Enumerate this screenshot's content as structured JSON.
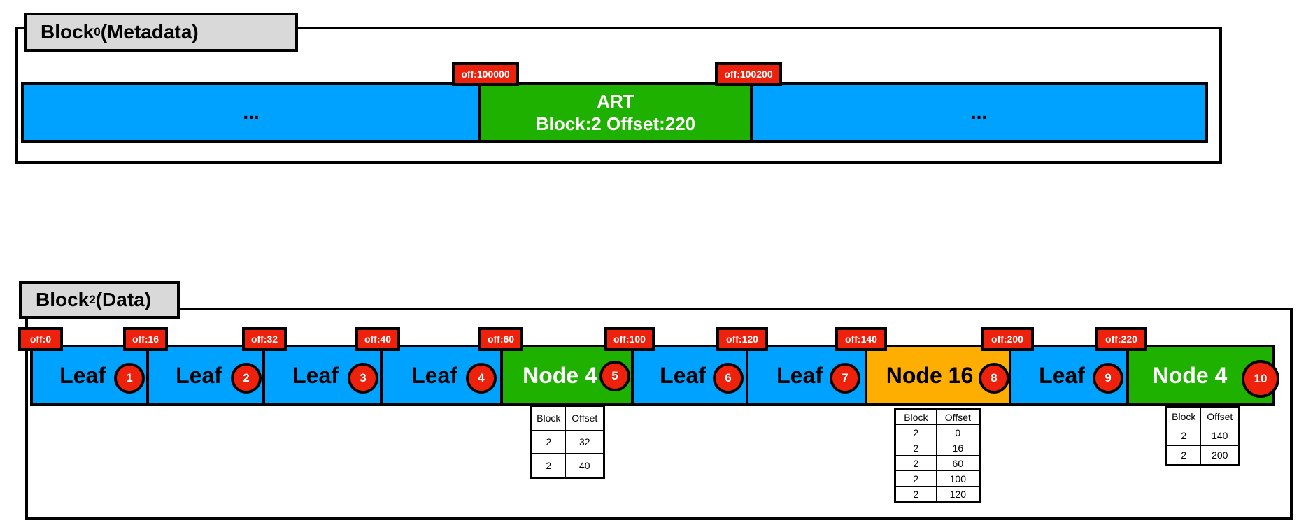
{
  "meta_block": {
    "tab": {
      "prefix": "Block",
      "sub": "0",
      "suffix": " (Metadata)"
    },
    "offsets": [
      "off:100000",
      "off:100200"
    ],
    "segments": [
      {
        "type": "other",
        "label": "..."
      },
      {
        "type": "art",
        "label_line1": "ART",
        "label_line2": "Block:2 Offset:220"
      },
      {
        "type": "other",
        "label": "..."
      }
    ]
  },
  "data_block": {
    "tab": {
      "prefix": "Block",
      "sub": "2",
      "suffix": " (Data)"
    },
    "offsets": [
      "off:0",
      "off:16",
      "off:32",
      "off:40",
      "off:60",
      "off:100",
      "off:120",
      "off:140",
      "off:200",
      "off:220"
    ],
    "nodes": [
      {
        "label": "Leaf",
        "num": "1",
        "kind": "leaf"
      },
      {
        "label": "Leaf",
        "num": "2",
        "kind": "leaf"
      },
      {
        "label": "Leaf",
        "num": "3",
        "kind": "leaf"
      },
      {
        "label": "Leaf",
        "num": "4",
        "kind": "leaf"
      },
      {
        "label": "Node 4",
        "num": "5",
        "kind": "node4"
      },
      {
        "label": "Leaf",
        "num": "6",
        "kind": "leaf"
      },
      {
        "label": "Leaf",
        "num": "7",
        "kind": "leaf"
      },
      {
        "label": "Node 16",
        "num": "8",
        "kind": "node16"
      },
      {
        "label": "Leaf",
        "num": "9",
        "kind": "leaf"
      },
      {
        "label": "Node 4",
        "num": "10",
        "kind": "node4"
      }
    ],
    "tables": [
      {
        "headers": [
          "Block",
          "Offset"
        ],
        "rows": [
          [
            "2",
            "32"
          ],
          [
            "2",
            "40"
          ]
        ]
      },
      {
        "headers": [
          "Block",
          "Offset"
        ],
        "rows": [
          [
            "2",
            "0"
          ],
          [
            "2",
            "16"
          ],
          [
            "2",
            "60"
          ],
          [
            "2",
            "100"
          ],
          [
            "2",
            "120"
          ]
        ]
      },
      {
        "headers": [
          "Block",
          "Offset"
        ],
        "rows": [
          [
            "2",
            "140"
          ],
          [
            "2",
            "200"
          ]
        ]
      }
    ]
  },
  "colors": {
    "leaf": "#00a2ff",
    "node4": "#1fb100",
    "node16": "#fdae00",
    "offset_tag": "#ee220c",
    "tab": "#d9d9d9"
  }
}
